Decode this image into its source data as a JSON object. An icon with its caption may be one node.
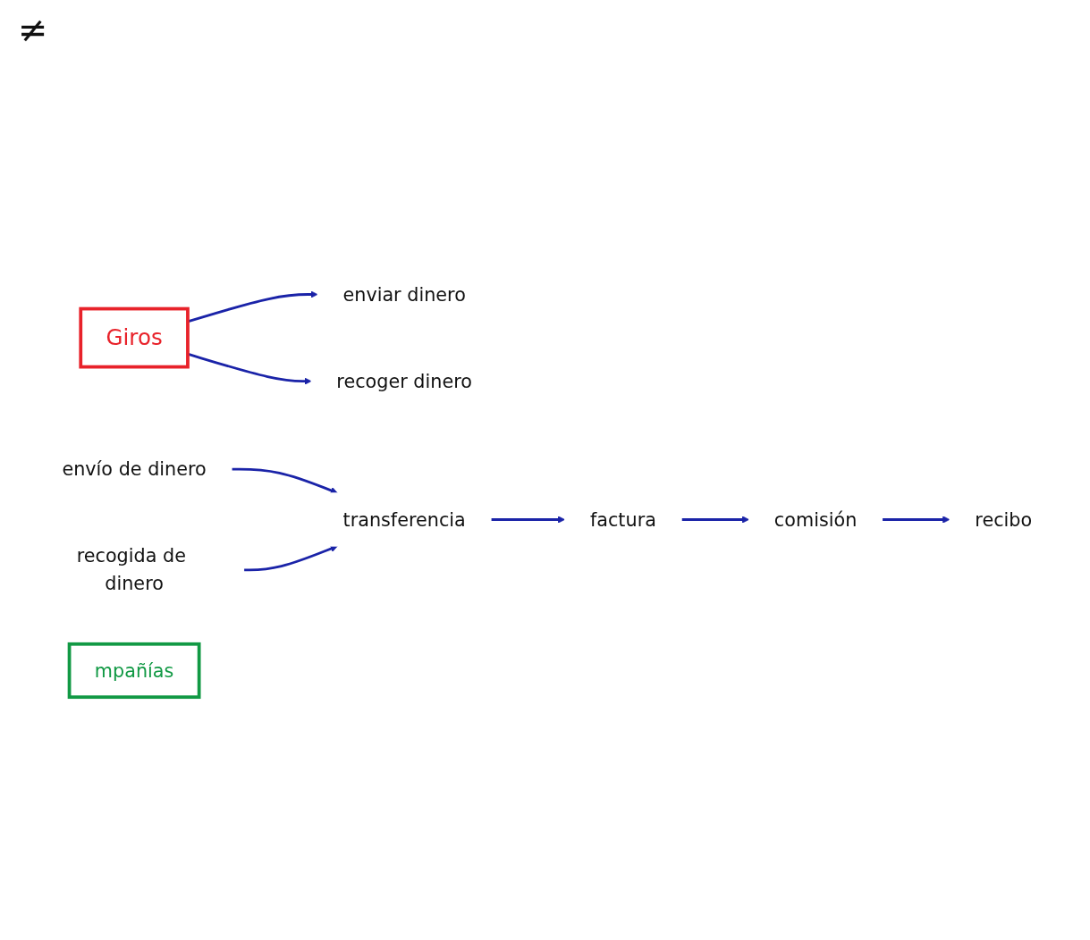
{
  "diagram": {
    "nodes": [
      {
        "text": [
          "Giros"
        ]
      },
      {
        "text": [
          "enviar dinero"
        ]
      },
      {
        "text": [
          "recoger dinero"
        ]
      },
      {
        "text": [
          "envío de dinero"
        ]
      },
      {
        "text": [
          "recogida de dinero"
        ]
      },
      {
        "text": [
          "transferencia"
        ]
      },
      {
        "text": [
          "factura"
        ]
      },
      {
        "text": [
          "comisión"
        ]
      },
      {
        "text": [
          "recibo"
        ]
      },
      {
        "text": [
          "mpañías"
        ]
      }
    ],
    "edges": [
      {
        "from": 0,
        "to": 1,
        "arrow": "to"
      },
      {
        "from": 0,
        "to": 2,
        "arrow": "to"
      },
      {
        "from": 3,
        "to": 5,
        "arrow": "to"
      },
      {
        "from": 4,
        "to": 5,
        "arrow": "to"
      },
      {
        "from": 5,
        "to": 6,
        "arrow": "to"
      },
      {
        "from": 6,
        "to": 7,
        "arrow": "to"
      },
      {
        "from": 7,
        "to": 8,
        "arrow": "to"
      }
    ],
    "labels": [
      "≠"
    ]
  }
}
